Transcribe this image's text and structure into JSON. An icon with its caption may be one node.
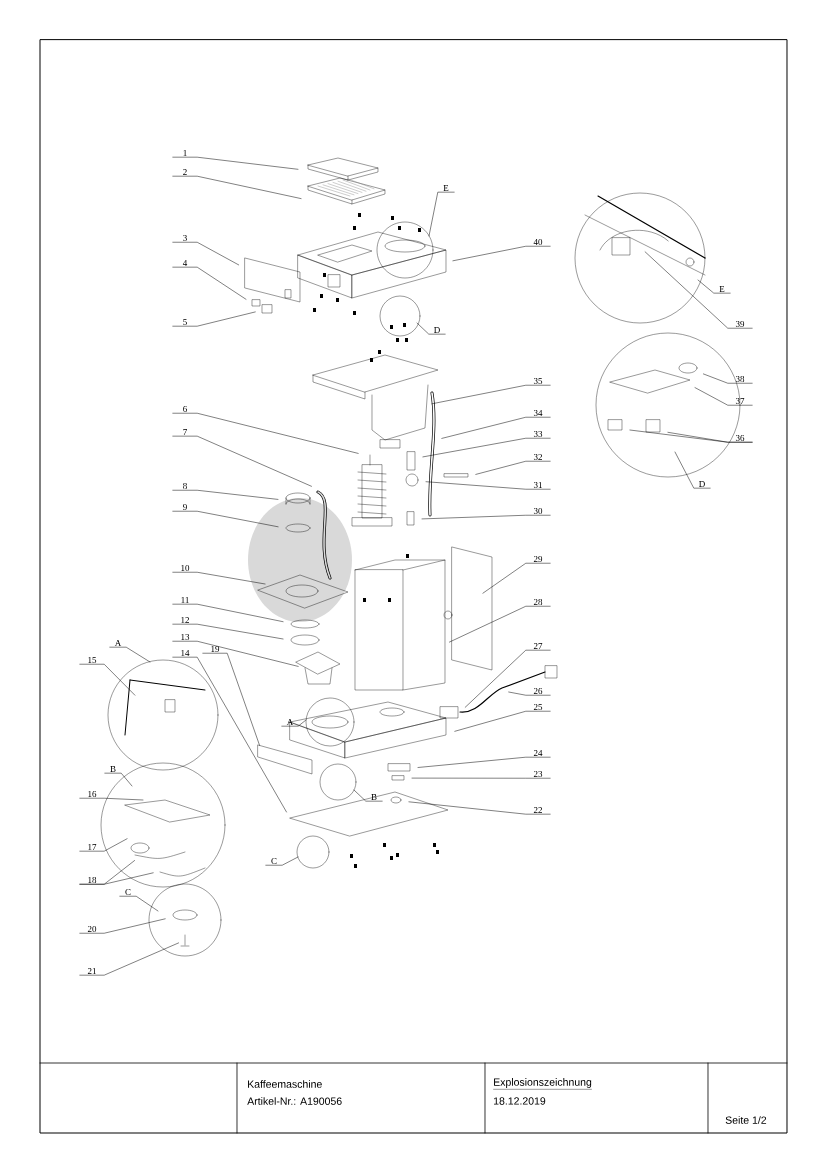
{
  "diagram": {
    "nodes": [
      {
        "text": [
          "1"
        ]
      },
      {
        "text": [
          "2"
        ]
      },
      {
        "text": [
          "3"
        ]
      },
      {
        "text": [
          "4"
        ]
      },
      {
        "text": [
          "5"
        ]
      },
      {
        "text": [
          "6"
        ]
      },
      {
        "text": [
          "7"
        ]
      },
      {
        "text": [
          "8"
        ]
      },
      {
        "text": [
          "9"
        ]
      },
      {
        "text": [
          "10"
        ]
      },
      {
        "text": [
          "11"
        ]
      },
      {
        "text": [
          "12"
        ]
      },
      {
        "text": [
          "13"
        ]
      },
      {
        "text": [
          "14"
        ]
      },
      {
        "text": [
          "15"
        ]
      },
      {
        "text": [
          "16"
        ]
      },
      {
        "text": [
          "17"
        ]
      },
      {
        "text": [
          "18"
        ]
      },
      {
        "text": [
          "19"
        ]
      },
      {
        "text": [
          "20"
        ]
      },
      {
        "text": [
          "21"
        ]
      },
      {
        "text": [
          "22"
        ]
      },
      {
        "text": [
          "23"
        ]
      },
      {
        "text": [
          "24"
        ]
      },
      {
        "text": [
          "25"
        ]
      },
      {
        "text": [
          "26"
        ]
      },
      {
        "text": [
          "27"
        ]
      },
      {
        "text": [
          "28"
        ]
      },
      {
        "text": [
          "29"
        ]
      },
      {
        "text": [
          "30"
        ]
      },
      {
        "text": [
          "31"
        ]
      },
      {
        "text": [
          "32"
        ]
      },
      {
        "text": [
          "33"
        ]
      },
      {
        "text": [
          "34"
        ]
      },
      {
        "text": [
          "35"
        ]
      },
      {
        "text": [
          "36"
        ]
      },
      {
        "text": [
          "37"
        ]
      },
      {
        "text": [
          "38"
        ]
      },
      {
        "text": [
          "39"
        ]
      },
      {
        "text": [
          "40"
        ]
      },
      {
        "text": [
          "E"
        ]
      },
      {
        "text": [
          "D"
        ]
      },
      {
        "text": [
          "A"
        ]
      },
      {
        "text": [
          "B"
        ]
      },
      {
        "text": [
          "C"
        ]
      },
      {
        "text": [
          "E"
        ]
      },
      {
        "text": [
          "D"
        ]
      },
      {
        "text": [
          "A"
        ]
      },
      {
        "text": [
          "B"
        ]
      },
      {
        "text": [
          "C"
        ]
      }
    ],
    "edges": [
      {
        "from": 0,
        "to": null,
        "arrow": "none"
      },
      {
        "from": 1,
        "to": null,
        "arrow": "none"
      },
      {
        "from": 2,
        "to": null,
        "arrow": "none"
      },
      {
        "from": 3,
        "to": null,
        "arrow": "none"
      },
      {
        "from": 4,
        "to": null,
        "arrow": "none"
      },
      {
        "from": 5,
        "to": null,
        "arrow": "none"
      },
      {
        "from": 6,
        "to": null,
        "arrow": "none"
      },
      {
        "from": 7,
        "to": null,
        "arrow": "none"
      },
      {
        "from": 8,
        "to": null,
        "arrow": "none"
      },
      {
        "from": 9,
        "to": null,
        "arrow": "none"
      },
      {
        "from": 10,
        "to": null,
        "arrow": "none"
      },
      {
        "from": 11,
        "to": null,
        "arrow": "none"
      },
      {
        "from": 12,
        "to": null,
        "arrow": "none"
      },
      {
        "from": 13,
        "to": null,
        "arrow": "none"
      },
      {
        "from": 14,
        "to": null,
        "arrow": "none"
      },
      {
        "from": 15,
        "to": null,
        "arrow": "none"
      },
      {
        "from": 16,
        "to": null,
        "arrow": "none"
      },
      {
        "from": 17,
        "to": null,
        "arrow": "none"
      },
      {
        "from": 18,
        "to": null,
        "arrow": "none"
      },
      {
        "from": 19,
        "to": null,
        "arrow": "none"
      },
      {
        "from": 20,
        "to": null,
        "arrow": "none"
      },
      {
        "from": 21,
        "to": null,
        "arrow": "none"
      },
      {
        "from": 22,
        "to": null,
        "arrow": "none"
      },
      {
        "from": 23,
        "to": null,
        "arrow": "none"
      },
      {
        "from": 24,
        "to": null,
        "arrow": "none"
      },
      {
        "from": 25,
        "to": null,
        "arrow": "none"
      },
      {
        "from": 26,
        "to": null,
        "arrow": "none"
      },
      {
        "from": 27,
        "to": null,
        "arrow": "none"
      },
      {
        "from": 28,
        "to": null,
        "arrow": "none"
      },
      {
        "from": 29,
        "to": null,
        "arrow": "none"
      },
      {
        "from": 30,
        "to": null,
        "arrow": "none"
      },
      {
        "from": 31,
        "to": null,
        "arrow": "none"
      },
      {
        "from": 32,
        "to": null,
        "arrow": "none"
      },
      {
        "from": 33,
        "to": null,
        "arrow": "none"
      },
      {
        "from": 34,
        "to": null,
        "arrow": "none"
      },
      {
        "from": 35,
        "to": null,
        "arrow": "none"
      },
      {
        "from": 36,
        "to": null,
        "arrow": "none"
      },
      {
        "from": 37,
        "to": null,
        "arrow": "none"
      },
      {
        "from": 38,
        "to": null,
        "arrow": "none"
      },
      {
        "from": 39,
        "to": null,
        "arrow": "none"
      },
      {
        "from": 17,
        "to": null,
        "arrow": "none"
      },
      {
        "from": 35,
        "to": null,
        "arrow": "none"
      },
      {
        "from": 40,
        "to": null,
        "arrow": "none"
      },
      {
        "from": 41,
        "to": null,
        "arrow": "none"
      },
      {
        "from": 42,
        "to": null,
        "arrow": "none"
      },
      {
        "from": 43,
        "to": null,
        "arrow": "none"
      },
      {
        "from": 44,
        "to": null,
        "arrow": "none"
      },
      {
        "from": 45,
        "to": null,
        "arrow": "none"
      },
      {
        "from": 46,
        "to": null,
        "arrow": "none"
      },
      {
        "from": 47,
        "to": null,
        "arrow": "none"
      },
      {
        "from": 48,
        "to": null,
        "arrow": "none"
      },
      {
        "from": 49,
        "to": null,
        "arrow": "none"
      }
    ],
    "labels": [
      "Kaffeemaschine",
      "Artikel-Nr.: A190056",
      "Explosionszeichnung",
      "18.12.2019",
      "Seite 1/2"
    ]
  }
}
